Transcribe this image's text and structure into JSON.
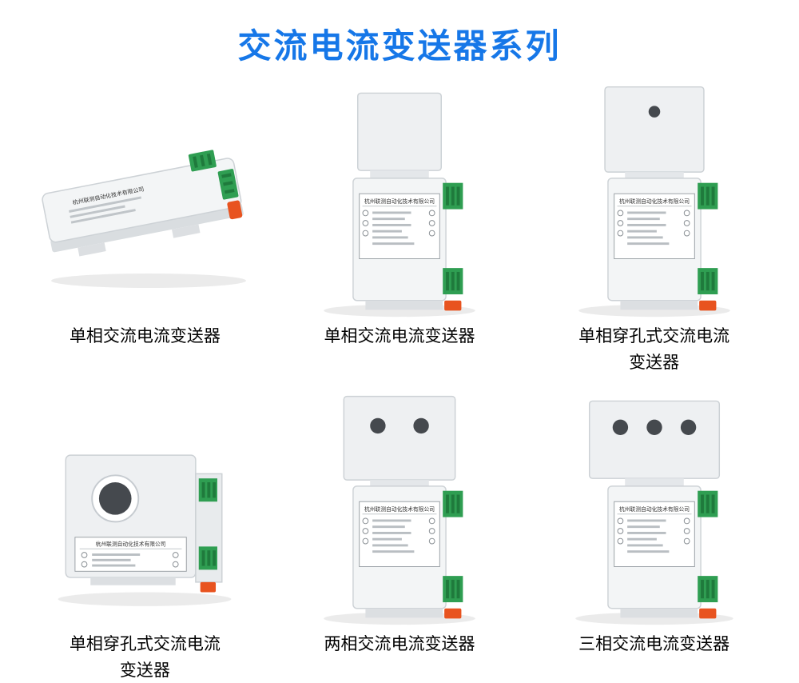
{
  "title": "交流电流变送器系列",
  "label_company": "杭州联测自动化技术有限公司",
  "products": [
    {
      "caption": "单相交流电流变送器"
    },
    {
      "caption": "单相交流电流变送器"
    },
    {
      "caption": "单相穿孔式交流电流变送器"
    },
    {
      "caption": "单相穿孔式交流电流变送器"
    },
    {
      "caption": "两相交流电流变送器"
    },
    {
      "caption": "三相交流电流变送器"
    }
  ],
  "colors": {
    "accent_blue": "#1677e8",
    "terminal_green": "#2f9e52",
    "clip_orange": "#e8531f",
    "device_gray": "#f3f5f6"
  }
}
